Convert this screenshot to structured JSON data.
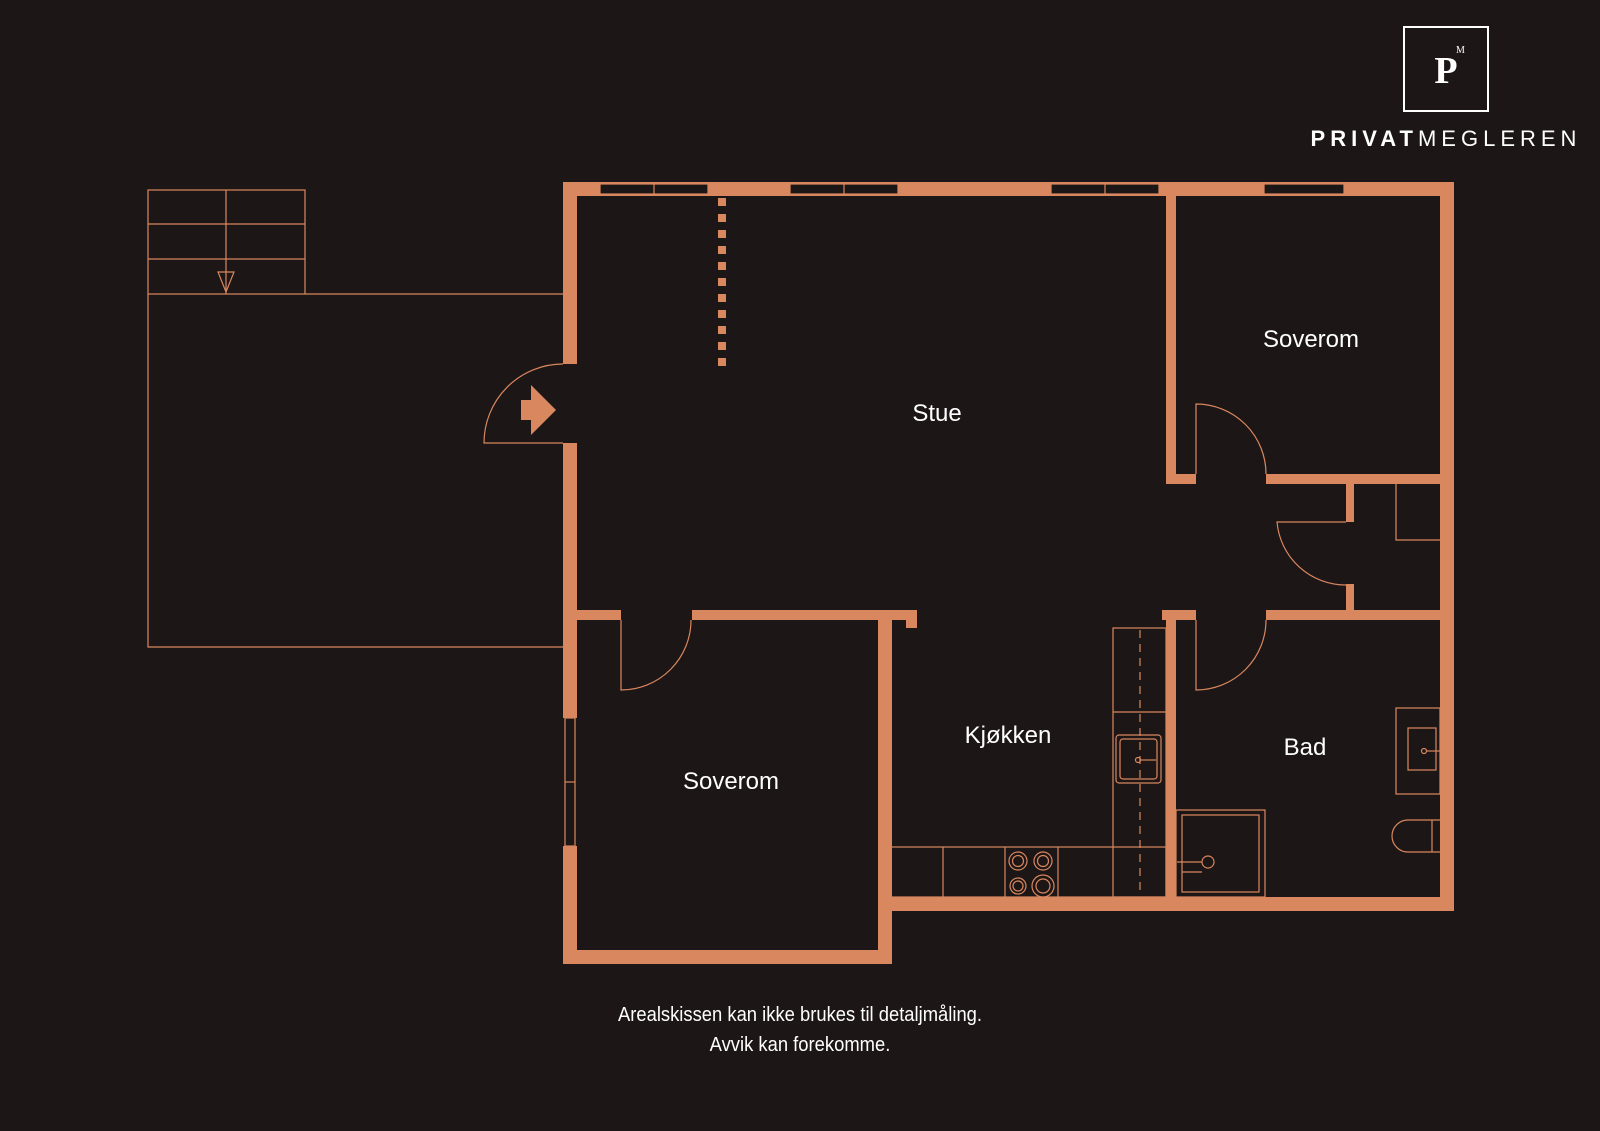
{
  "brand": {
    "logo_letter": "P",
    "logo_mark": "M",
    "name_bold": "PRIVAT",
    "name_light": "MEGLEREN"
  },
  "rooms": {
    "stue": "Stue",
    "soverom_upper": "Soverom",
    "soverom_lower": "Soverom",
    "kjokken": "Kjøkken",
    "bad": "Bad"
  },
  "disclaimer": {
    "line1": "Arealskissen kan ikke brukes til detaljmåling.",
    "line2": "Avvik kan forekomme."
  },
  "colors": {
    "background": "#1c1617",
    "wall": "#d9875e",
    "text": "#ffffff"
  }
}
